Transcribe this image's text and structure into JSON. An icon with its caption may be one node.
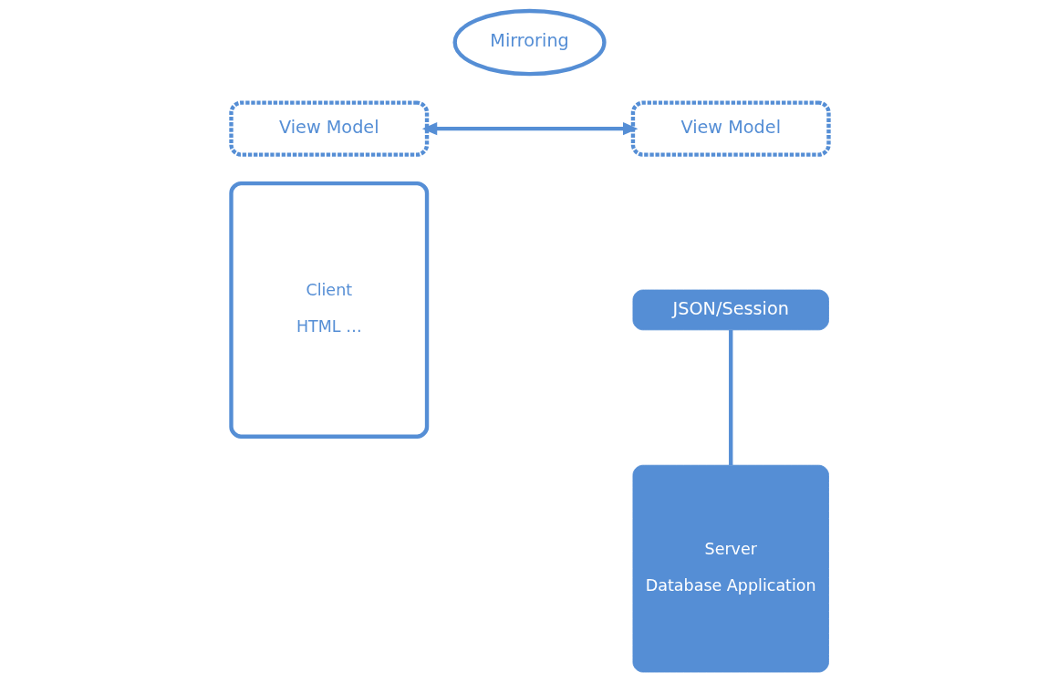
{
  "diagram": {
    "nodes": [
      {
        "text": [
          "Mirroring"
        ]
      },
      {
        "text": [
          "View Model"
        ]
      },
      {
        "text": [
          "View Model"
        ]
      },
      {
        "text": [
          "Client",
          "HTML …"
        ]
      },
      {
        "text": [
          "JSON/Session"
        ]
      },
      {
        "text": [
          "Server",
          "Database Application"
        ]
      }
    ],
    "edges": [
      {
        "from": 1,
        "to": 2,
        "arrow": "both"
      },
      {
        "from": 4,
        "to": 5,
        "arrow": "none"
      }
    ]
  }
}
